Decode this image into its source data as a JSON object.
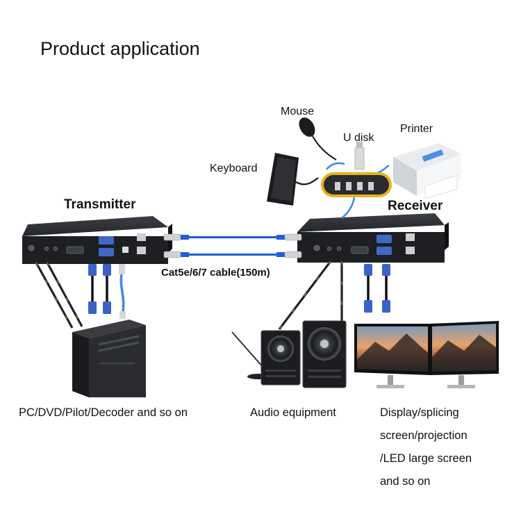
{
  "title": "Product application",
  "labels": {
    "transmitter": "Transmitter",
    "receiver": "Receiver",
    "keyboard": "Keyboard",
    "mouse": "Mouse",
    "udisk": "U disk",
    "printer": "Printer",
    "cable": "Cat5e/6/7 cable(150m)",
    "pc": "PC/DVD/Pilot/Decoder and so on",
    "audio": "Audio equipment",
    "display_lines": [
      "Display/splicing",
      "screen/projection",
      "/LED large screen",
      "and so on"
    ]
  },
  "colors": {
    "device_body": "#2b2d31",
    "lan_cable": "#1f5fd6",
    "vga_connector": "#3a62c9",
    "usb_cable": "#3f8be0"
  }
}
